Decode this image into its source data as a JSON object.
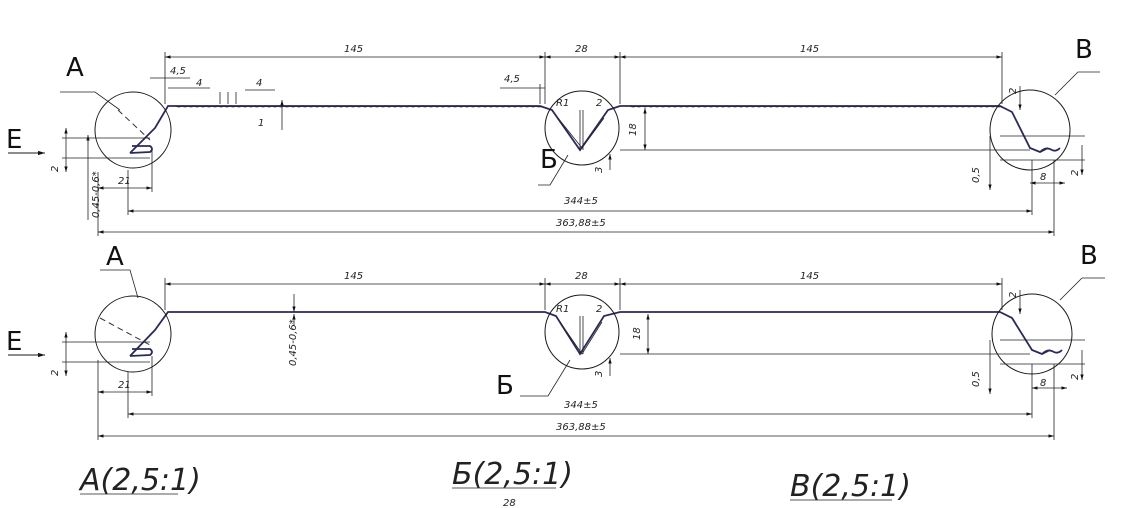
{
  "labels": {
    "a": "A",
    "b": "Б",
    "v": "B",
    "e": "E"
  },
  "dims": {
    "len145": "145",
    "len28": "28",
    "len4_5": "4,5",
    "len4": "4",
    "len1": "1",
    "r1": "R1",
    "len2": "2",
    "len18": "18",
    "len3": "3",
    "len21": "21",
    "thickness": "0,45-0,6*",
    "len344": "344±5",
    "len363": "363,88±5",
    "len0_5": "0,5",
    "len8": "8"
  },
  "scale_labels": {
    "a": "A(2,5:1)",
    "b": "Б(2,5:1)",
    "v": "B(2,5:1)",
    "bottom_28": "28"
  }
}
